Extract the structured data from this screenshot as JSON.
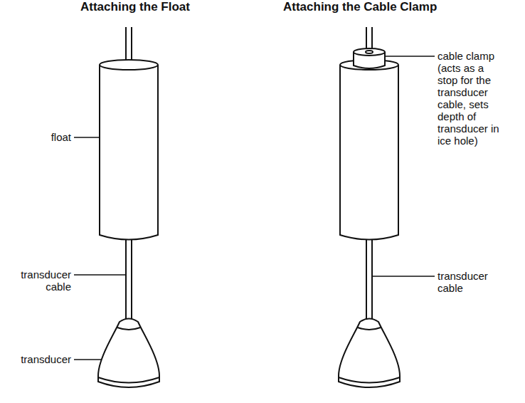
{
  "diagram": {
    "labels": [
      "Attaching the Float",
      "float",
      "transducer cable",
      "transducer",
      "Attaching the Cable Clamp",
      "cable clamp (acts as a stop for the transducer cable, sets depth of transducer in ice hole)",
      "transducer cable"
    ]
  }
}
